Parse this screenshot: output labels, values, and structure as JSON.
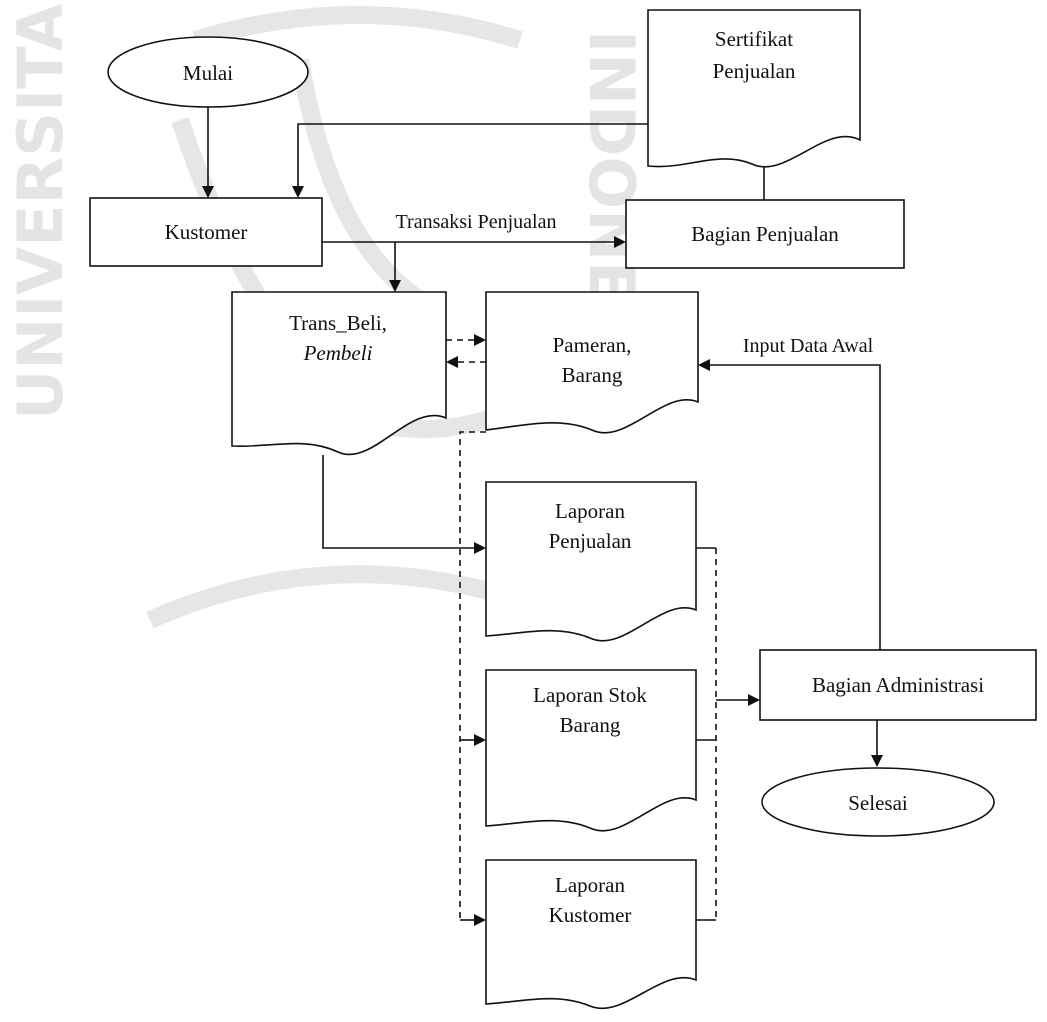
{
  "nodes": {
    "mulai": "Mulai",
    "kustomer": "Kustomer",
    "bagian_penjualan": "Bagian Penjualan",
    "sertifikat": [
      "Sertifikat",
      "Penjualan"
    ],
    "trans_beli": [
      "Trans_Beli,",
      "Pembeli"
    ],
    "pameran": [
      "Pameran,",
      "Barang"
    ],
    "laporan_penjualan": [
      "Laporan",
      "Penjualan"
    ],
    "laporan_stok": [
      "Laporan Stok",
      "Barang"
    ],
    "laporan_kustomer": [
      "Laporan",
      "Kustomer"
    ],
    "bagian_administrasi": "Bagian Administrasi",
    "selesai": "Selesai"
  },
  "edges": {
    "transaksi_penjualan": "Transaksi Penjualan",
    "input_data_awal": "Input Data Awal"
  },
  "watermark": {
    "color": "#e4e4e4",
    "vertical_left": "UNIVERSITAS",
    "vertical_right": "INDONESIA"
  }
}
